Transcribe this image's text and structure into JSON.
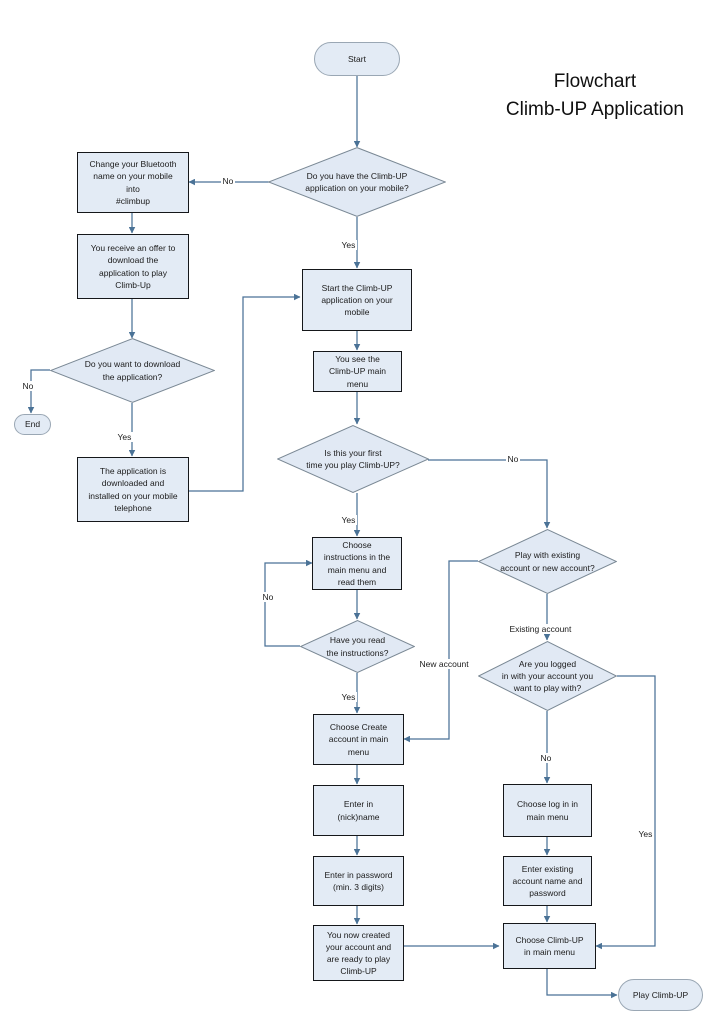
{
  "title": {
    "line1": "Flowchart",
    "line2": "Climb-UP Application",
    "text": "Flowchart\nClimb-UP Application"
  },
  "colors": {
    "node_fill": "#e3ebf5",
    "diamond_fill": "#e1e9f4",
    "node_border": "#15171a",
    "terminator_border": "#9aa7b4",
    "connector": "#4a7296",
    "diamond_border": "#7a8894",
    "background": "#ffffff",
    "text": "#1b1b1b"
  },
  "nodes": {
    "start": {
      "label": "Start",
      "type": "terminator"
    },
    "end": {
      "label": "End",
      "type": "terminator"
    },
    "play_climbup": {
      "label": "Play Climb-UP",
      "type": "terminator"
    },
    "have_app": {
      "label": "Do you have the Climb-UP\napplication on your mobile?",
      "type": "decision"
    },
    "change_bluetooth": {
      "label": "Change your Bluetooth\nname on your mobile\ninto\n#climbup",
      "type": "process"
    },
    "receive_offer": {
      "label": "You receive an offer to\ndownload the\napplication to play\nClimb-Up",
      "type": "process"
    },
    "want_download": {
      "label": "Do you want to download\nthe application?",
      "type": "decision"
    },
    "app_downloaded": {
      "label": "The application is\ndownloaded and\ninstalled on your mobile\ntelephone",
      "type": "process"
    },
    "start_app": {
      "label": "Start the Climb-UP\napplication on your\nmobile",
      "type": "process"
    },
    "main_menu": {
      "label": "You see the\nClimb-UP main\nmenu",
      "type": "process"
    },
    "first_time": {
      "label": "Is this your first\ntime you play Climb-UP?",
      "type": "decision"
    },
    "choose_instructions": {
      "label": "Choose\ninstructions in the\nmain menu and\nread them",
      "type": "process"
    },
    "read_instructions": {
      "label": "Have you read\nthe instructions?",
      "type": "decision"
    },
    "choose_create": {
      "label": "Choose Create\naccount in main\nmenu",
      "type": "process"
    },
    "enter_nickname": {
      "label": "Enter in\n(nick)name",
      "type": "process"
    },
    "enter_password": {
      "label": "Enter in password\n(min. 3 digits)",
      "type": "process"
    },
    "account_created": {
      "label": "You now created\nyour account and\nare ready to play\nClimb-UP",
      "type": "process"
    },
    "play_existing": {
      "label": "Play with existing\naccount or new account?",
      "type": "decision"
    },
    "are_logged": {
      "label": "Are you logged\nin with your account you\nwant to play with?",
      "type": "decision"
    },
    "choose_login": {
      "label": "Choose log in in\nmain menu",
      "type": "process"
    },
    "enter_existing": {
      "label": "Enter existing\naccount name and\npassword",
      "type": "process"
    },
    "choose_climbup": {
      "label": "Choose Climb-UP\nin main menu",
      "type": "process"
    }
  },
  "edge_labels": {
    "have_app_no": "No",
    "have_app_yes": "Yes",
    "want_download_no": "No",
    "want_download_yes": "Yes",
    "first_time_yes": "Yes",
    "first_time_no": "No",
    "read_instructions_no": "No",
    "read_instructions_yes": "Yes",
    "play_existing_existing": "Existing account",
    "play_existing_new": "New account",
    "are_logged_no": "No",
    "are_logged_yes": "Yes"
  }
}
